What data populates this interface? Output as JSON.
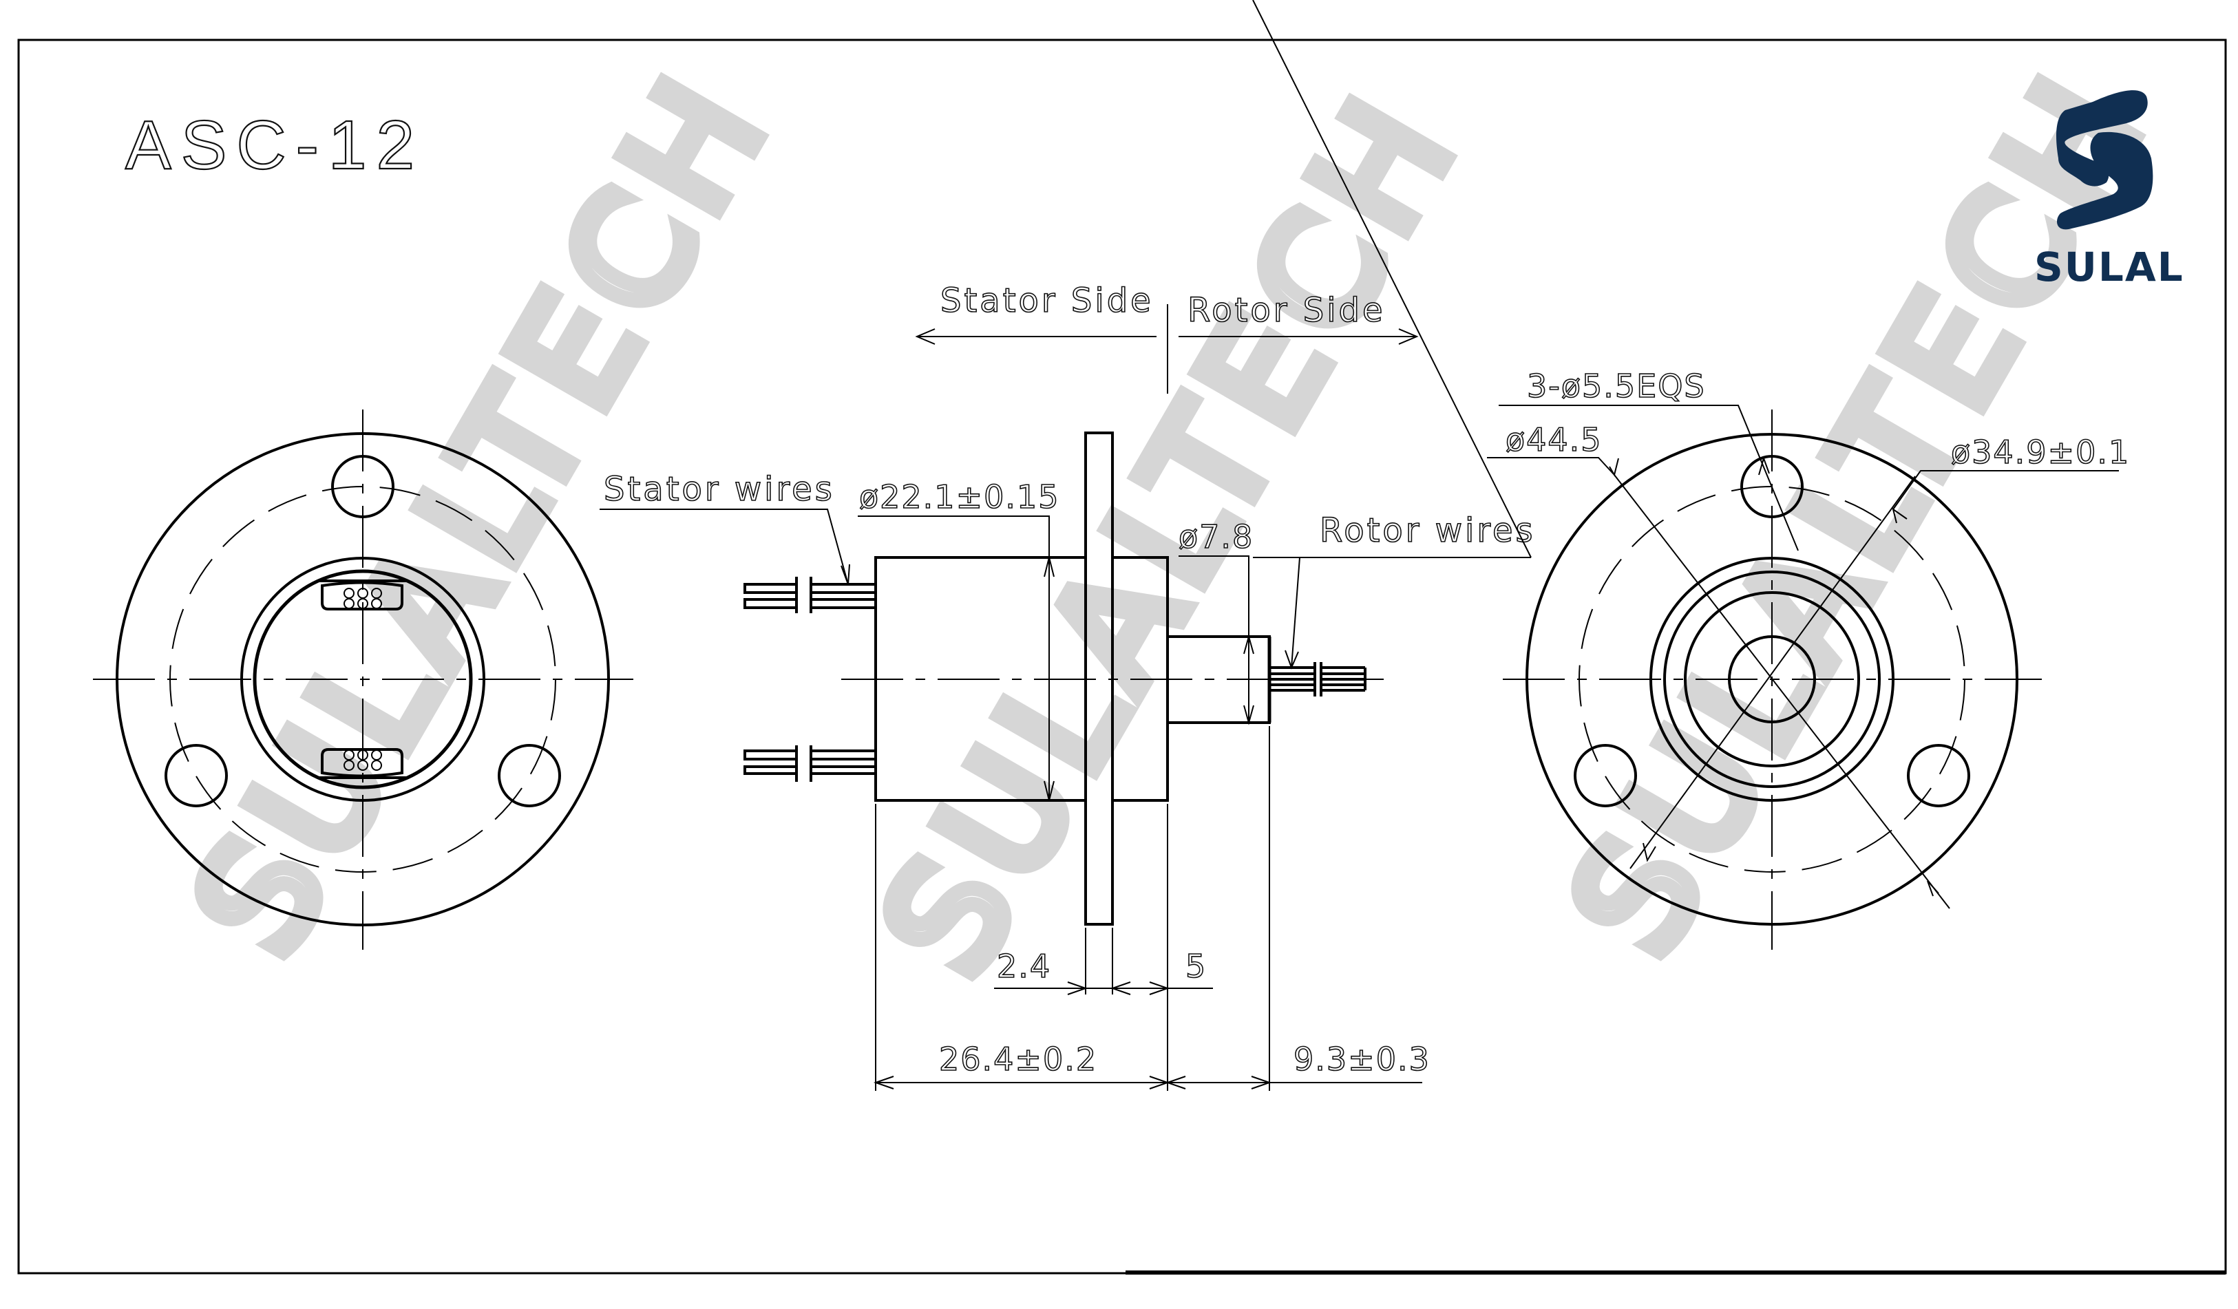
{
  "drawing": {
    "model": "ASC-12",
    "brand": {
      "name": "SULAL",
      "color": "#102f52",
      "icon": "s-logo-icon"
    },
    "watermark": "SULALTECH",
    "watermark_color": "#d6d6d6",
    "line_color": "#000000",
    "background": "#ffffff"
  },
  "side_view": {
    "stator_side_label": "Stator Side",
    "rotor_side_label": "Rotor Side",
    "stator_wires_label": "Stator wires",
    "rotor_wires_label": "Rotor wires",
    "dimensions": {
      "body_diameter": "ø22.1±0.15",
      "shaft_diameter": "ø7.8",
      "flange_thickness": "2.4",
      "flange_to_shaft": "5",
      "body_length": "26.4±0.2",
      "shaft_length": "9.3±0.3"
    }
  },
  "front_view": {
    "hole_spec": "3-ø5.5EQS",
    "outer_diameter": "ø44.5",
    "bolt_circle_diameter": "ø34.9±0.1"
  }
}
